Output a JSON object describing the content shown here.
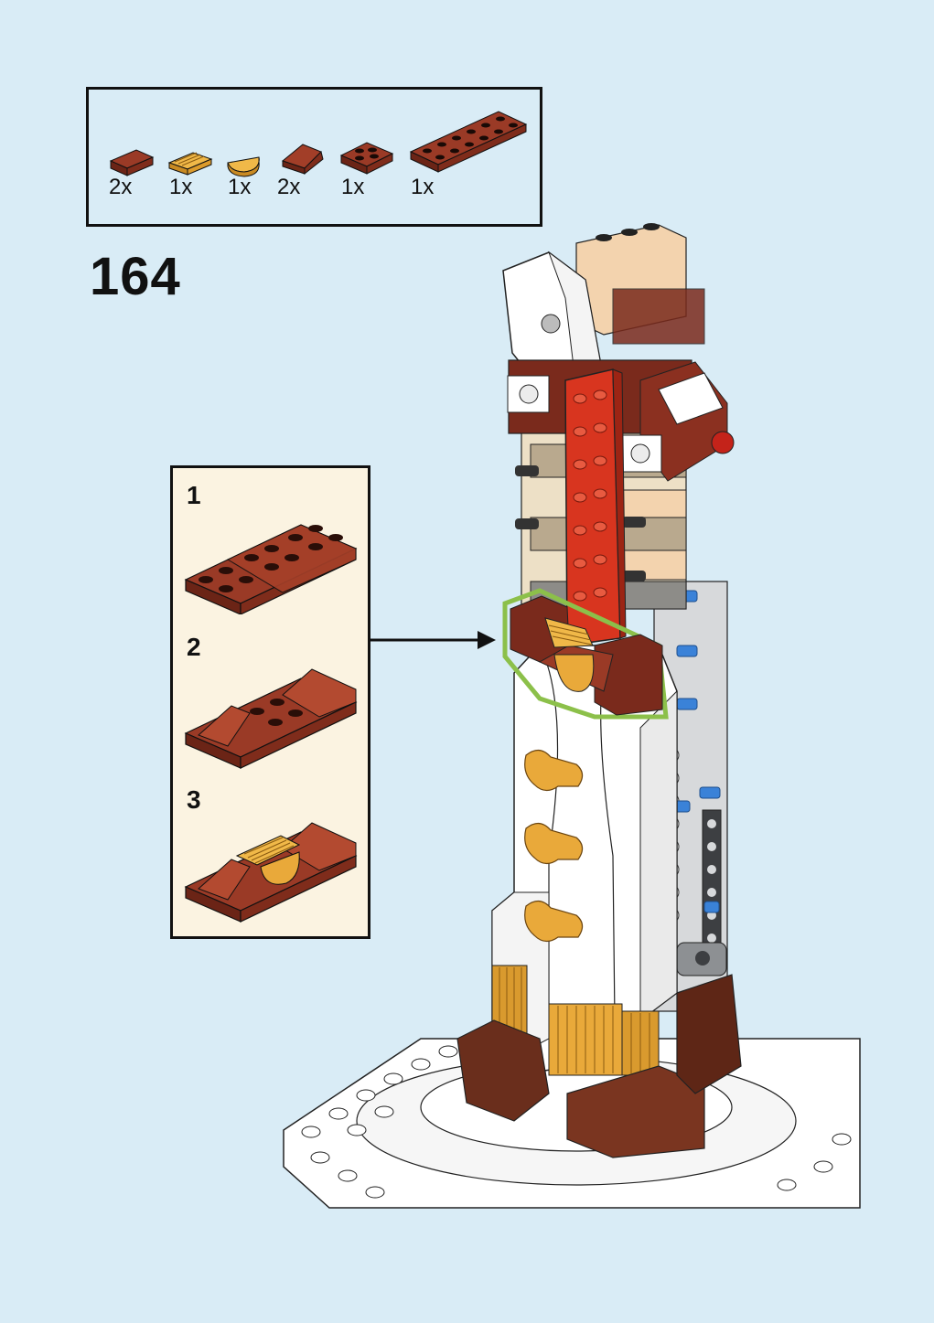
{
  "parts": [
    {
      "qty": "2x",
      "icon": "brown-plate-1x2-icon"
    },
    {
      "qty": "1x",
      "icon": "yellow-grille-tile-icon"
    },
    {
      "qty": "1x",
      "icon": "yellow-half-round-tile-icon"
    },
    {
      "qty": "2x",
      "icon": "brown-slope-icon"
    },
    {
      "qty": "1x",
      "icon": "brown-plate-2x2-icon"
    },
    {
      "qty": "1x",
      "icon": "brown-plate-2x6-icon"
    }
  ],
  "step_number": "164",
  "substeps": [
    {
      "number": "1"
    },
    {
      "number": "2"
    },
    {
      "number": "3"
    }
  ],
  "colors": {
    "background": "#d9ecf6",
    "substep_background": "#fbf3e1",
    "brick_brown": "#7a2a1c",
    "brick_red": "#d8351f",
    "brick_yellow": "#e9a93a",
    "highlight_green": "#8cc04a"
  }
}
